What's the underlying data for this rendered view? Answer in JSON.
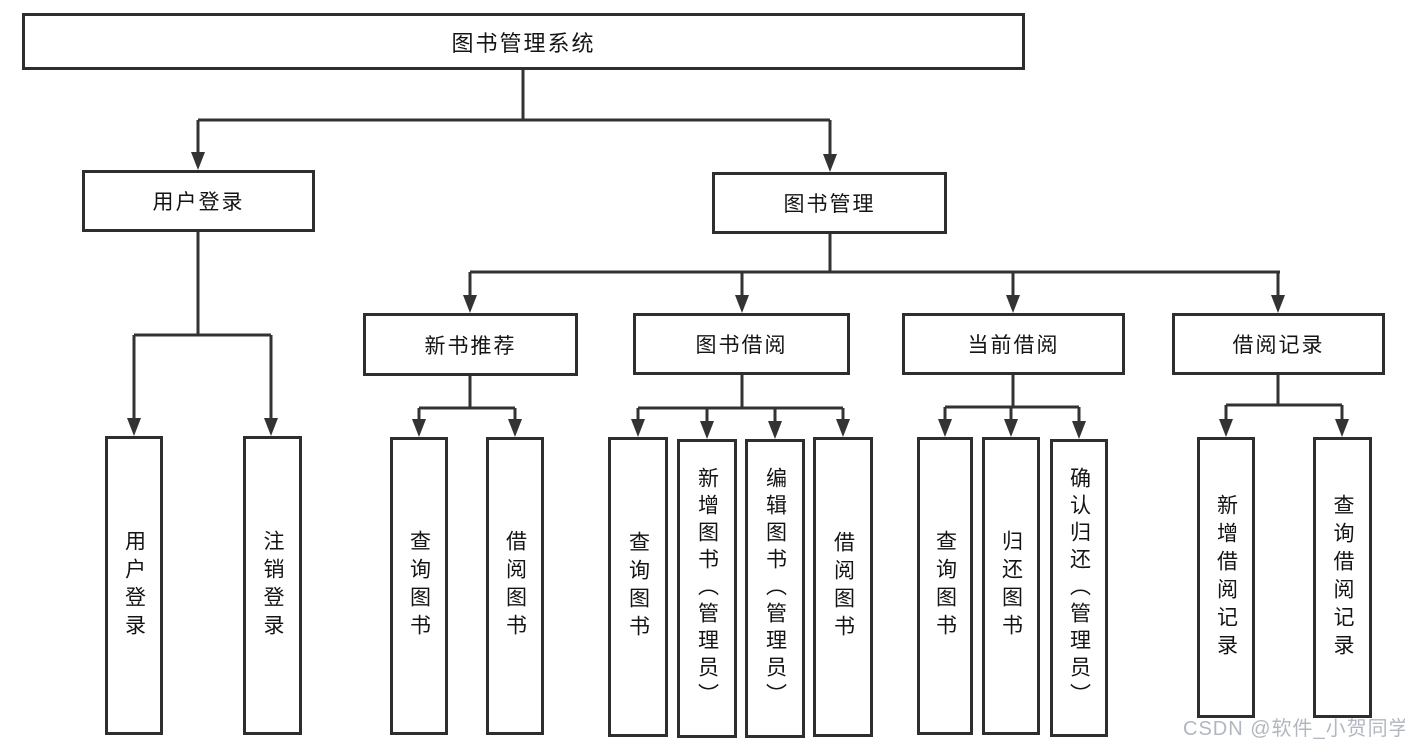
{
  "colors": {
    "line": "#333333",
    "box_border": "#2e2e2e",
    "text": "#141414",
    "watermark": "#abb1ba",
    "background": "#ffffff"
  },
  "root": {
    "label": "图书管理系统"
  },
  "login_branch": {
    "label": "用户登录",
    "children": [
      {
        "label": "用户登录"
      },
      {
        "label": "注销登录"
      }
    ]
  },
  "manage_branch": {
    "label": "图书管理",
    "groups": [
      {
        "label": "新书推荐",
        "children": [
          {
            "label": "查询图书"
          },
          {
            "label": "借阅图书"
          }
        ]
      },
      {
        "label": "图书借阅",
        "children": [
          {
            "label": "查询图书"
          },
          {
            "label": "新增图书（管理员）"
          },
          {
            "label": "编辑图书（管理员）"
          },
          {
            "label": "借阅图书"
          }
        ]
      },
      {
        "label": "当前借阅",
        "children": [
          {
            "label": "查询图书"
          },
          {
            "label": "归还图书"
          },
          {
            "label": "确认归还（管理员）"
          }
        ]
      },
      {
        "label": "借阅记录",
        "children": [
          {
            "label": "新增借阅记录"
          },
          {
            "label": "查询借阅记录"
          }
        ]
      }
    ]
  },
  "watermark": {
    "text": "CSDN @软件_小贺同学"
  }
}
